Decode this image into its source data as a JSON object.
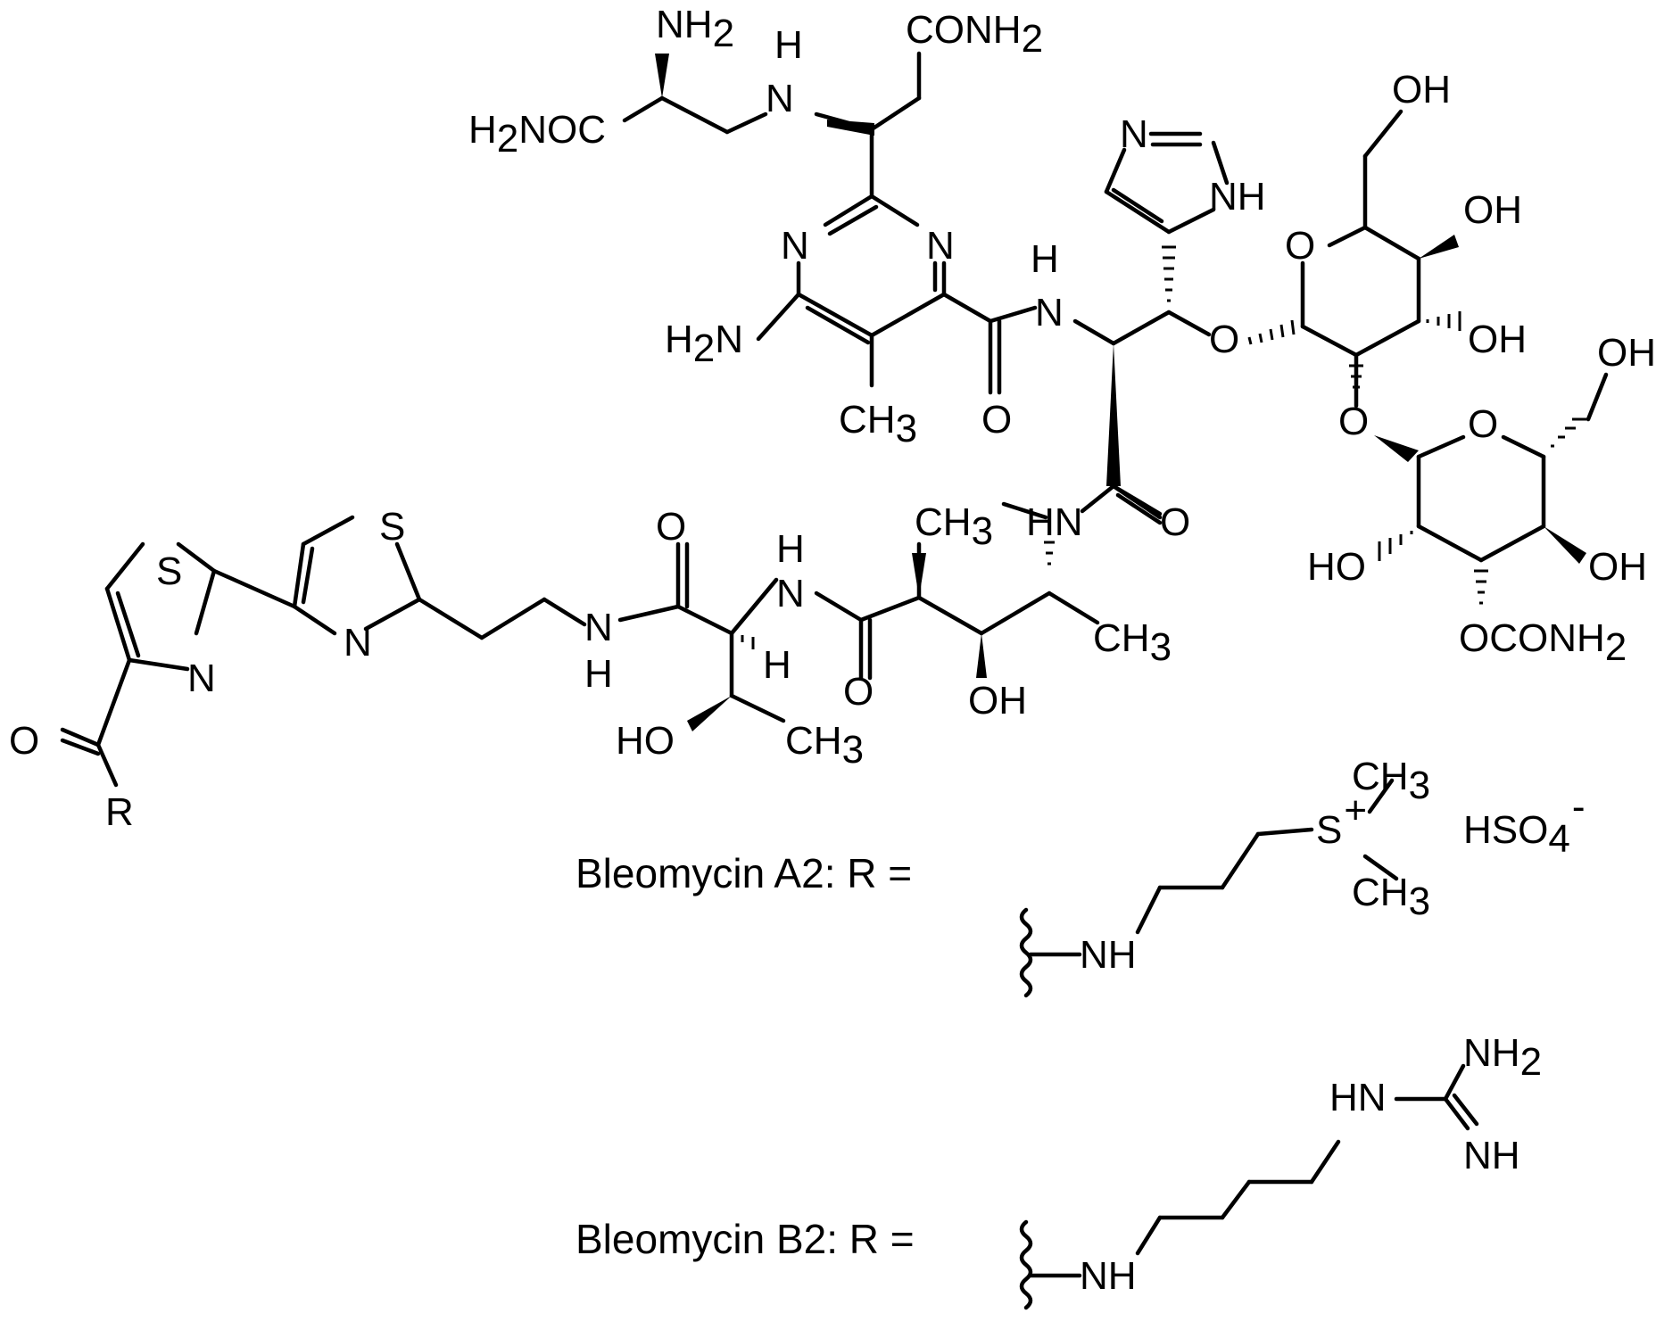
{
  "captions": {
    "a2": "Bleomycin A2: R =",
    "b2": "Bleomycin B2: R ="
  },
  "labels": {
    "l01": "NH",
    "l02": "2",
    "l03": "H",
    "l04": "CONH",
    "l05": "2",
    "l06": "H",
    "l07": "2",
    "l08": "NOC",
    "l09": "N",
    "l10": "OH",
    "l11": "N",
    "l12": "NH",
    "l13": "N",
    "l14": "N",
    "l15": "O",
    "l16": "OH",
    "l17": "H",
    "l18": "N",
    "l19": "H",
    "l20": "2",
    "l21": "N",
    "l22": "O",
    "l23": "OH",
    "l24": "OH",
    "l25": "O",
    "l26": "CH",
    "l27": "3",
    "l28": "O",
    "l29": "O",
    "l30": "CH",
    "l31": "3",
    "l32": "HN",
    "l33": "O",
    "l34": "HO",
    "l35": "OH",
    "l36": "OCONH",
    "l37": "2",
    "l38": "O",
    "l39": "S",
    "l40": "S",
    "l41": "N",
    "l42": "H",
    "l43": "N",
    "l44": "N",
    "l45": "H",
    "l46": "O",
    "l47": "CH",
    "l48": "3",
    "l49": "N",
    "l50": "H",
    "l51": "OH",
    "l52": "HO",
    "l53": "CH",
    "l54": "3",
    "l55": "O",
    "l56": "R",
    "l57": "CH",
    "l58": "3",
    "l59": "S",
    "l60": "+",
    "l61": "HSO",
    "l62": "4",
    "l63": "-",
    "l64": "CH",
    "l65": "3",
    "l66": "NH",
    "l67": "NH",
    "l68": "2",
    "l69": "HN",
    "l70": "NH",
    "l71": "NH"
  }
}
